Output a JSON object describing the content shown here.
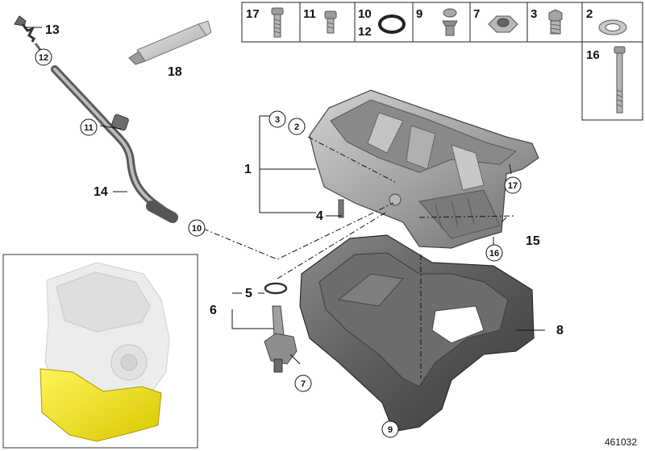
{
  "diagram": {
    "reference_number": "461032",
    "parts_strip": [
      {
        "num": "17",
        "icon": "long-bolt-icon"
      },
      {
        "num": "11",
        "icon": "short-bolt-icon"
      },
      {
        "num": "10",
        "num2": "12",
        "icon": "o-ring-icon"
      },
      {
        "num": "9",
        "icon": "clip-fastener-icon"
      },
      {
        "num": "7",
        "icon": "hex-nut-icon"
      },
      {
        "num": "3",
        "icon": "drain-plug-icon"
      },
      {
        "num": "2",
        "icon": "washer-icon"
      }
    ],
    "side_part": {
      "num": "16",
      "icon": "very-long-bolt-icon"
    },
    "labels": {
      "l1": "1",
      "l4": "4",
      "l5": "5",
      "l6": "6",
      "l8": "8",
      "l13": "13",
      "l14": "14",
      "l15": "15",
      "l18": "18"
    },
    "callouts": {
      "c2": "2",
      "c3": "3",
      "c7": "7",
      "c9": "9",
      "c10": "10",
      "c11": "11",
      "c12": "12",
      "c16": "16",
      "c17": "17"
    },
    "colors": {
      "highlight": "#f2e300",
      "metal": "#9a9a9a",
      "dark_metal": "#5e5e5e",
      "engine": "#e8e8e8"
    }
  }
}
